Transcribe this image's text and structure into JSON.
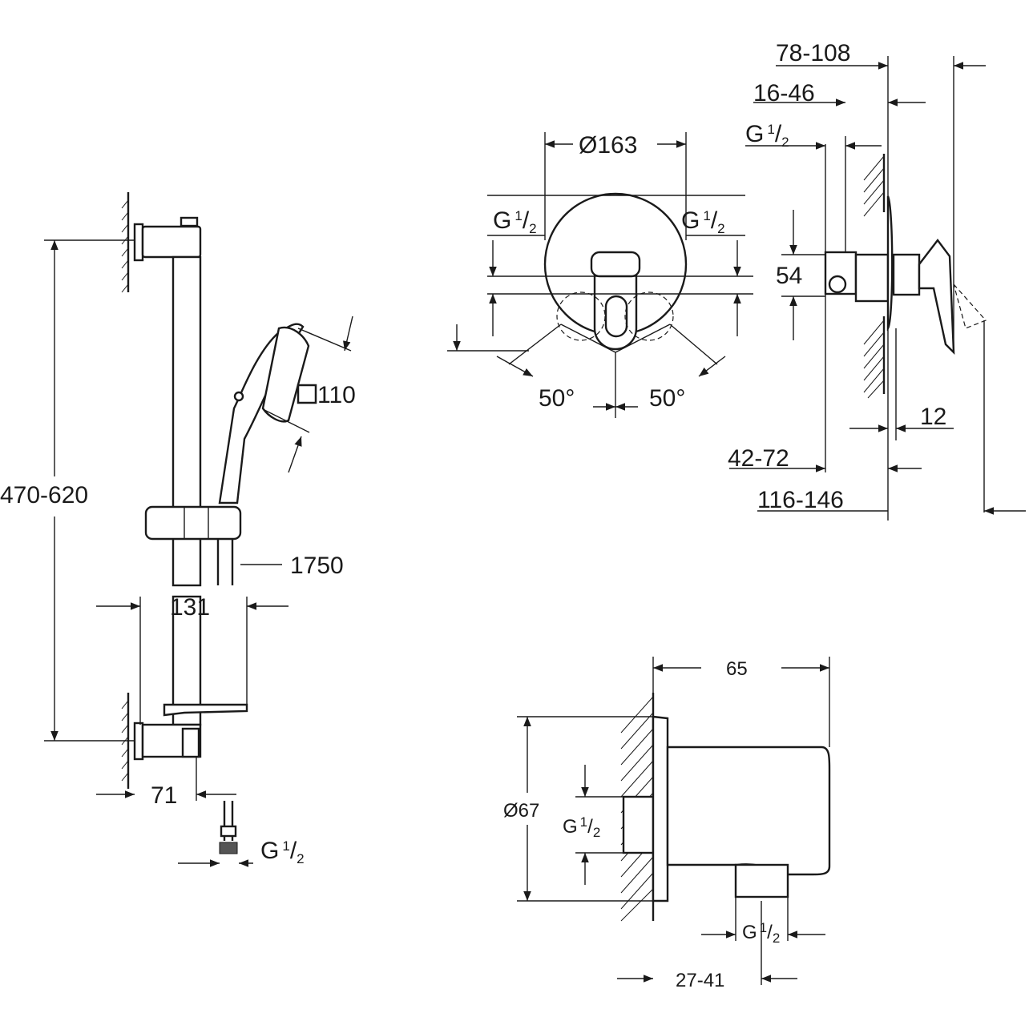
{
  "shower_rail": {
    "height_range": "470-620",
    "hose_length": "1750",
    "rail_offset": "131",
    "bracket_depth": "71",
    "head_size": "110",
    "hose_thread": {
      "g": "G",
      "num": "1",
      "den": "2"
    }
  },
  "mixer_front": {
    "diameter": "Ø163",
    "thread_left": {
      "g": "G",
      "num": "1",
      "den": "2"
    },
    "thread_right": {
      "g": "G",
      "num": "1",
      "den": "2"
    },
    "angle_left": "50°",
    "angle_right": "50°"
  },
  "mixer_side": {
    "dim_78_108": "78-108",
    "dim_16_46": "16-46",
    "thread": {
      "g": "G",
      "num": "1",
      "den": "2"
    },
    "dim_54": "54",
    "dim_12": "12",
    "dim_42_72": "42-72",
    "dim_116_146": "116-146"
  },
  "wall_outlet": {
    "width": "65",
    "diameter": "Ø67",
    "thread_inlet": {
      "g": "G",
      "num": "1",
      "den": "2"
    },
    "thread_outlet": {
      "g": "G",
      "num": "1",
      "den": "2"
    },
    "offset": "27-41"
  }
}
